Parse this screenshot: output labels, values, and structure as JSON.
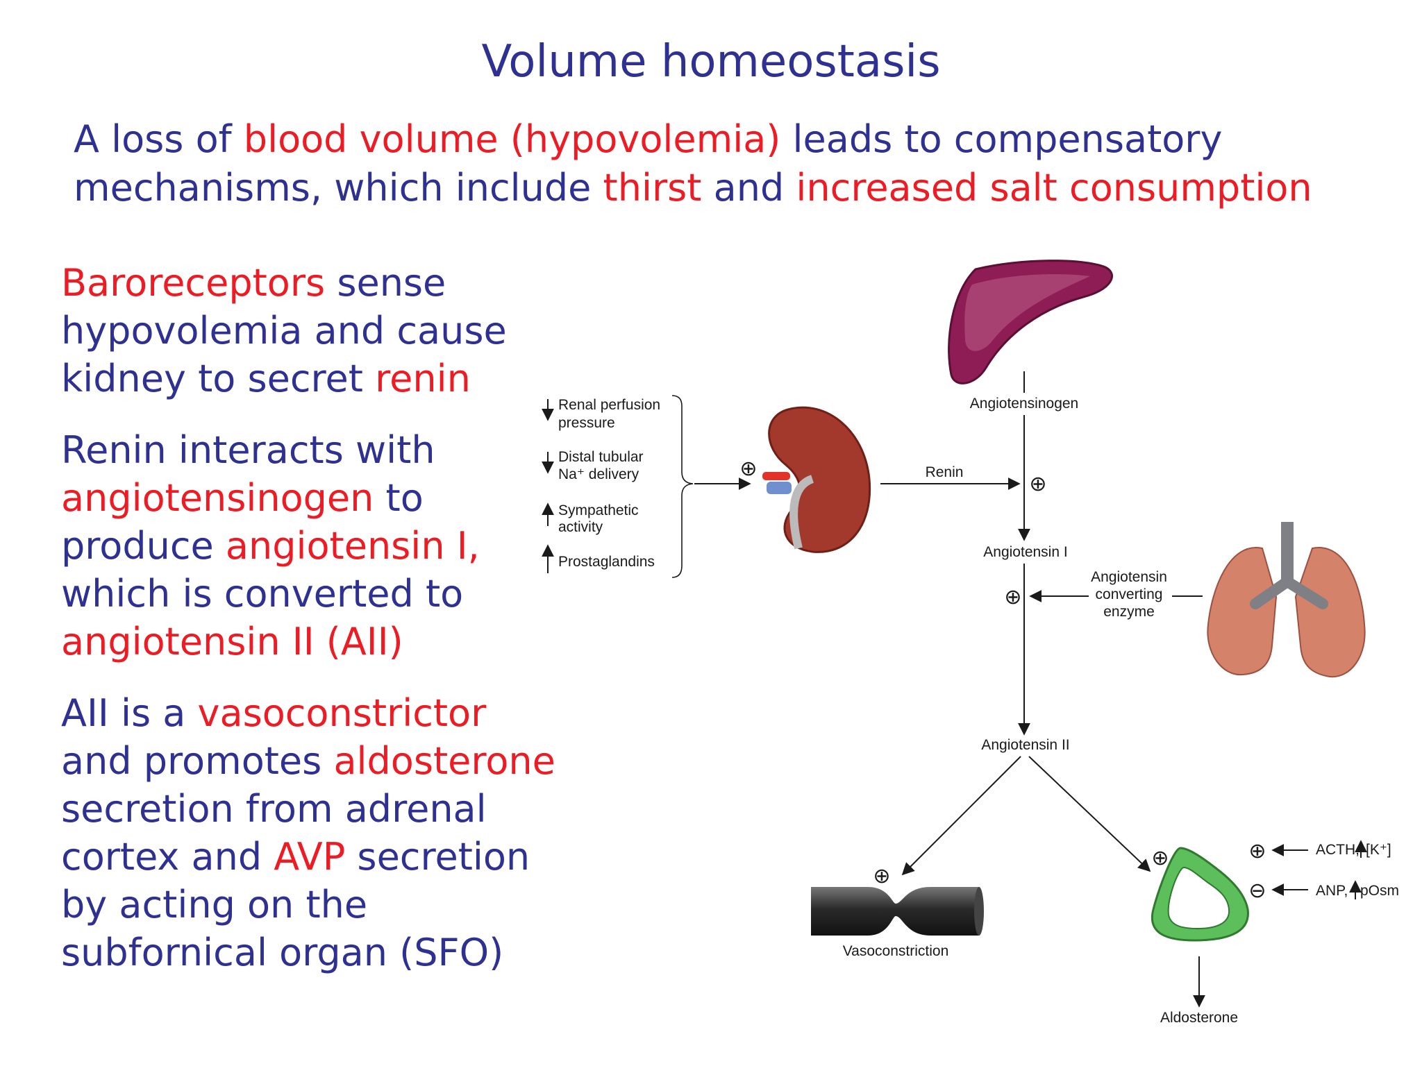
{
  "title": "Volume homeostasis",
  "intro": {
    "t1": "A loss of ",
    "t2": "blood volume (hypovolemia)",
    "t3": " leads to compensatory",
    "t4": "mechanisms, which include ",
    "t5": "thirst",
    "t6": " and ",
    "t7": "increased salt consumption"
  },
  "para1": {
    "t1": "Baroreceptors",
    "t2": " sense",
    "t3": "hypovolemia and cause",
    "t4": "kidney to secret ",
    "t5": "renin"
  },
  "para2": {
    "t1": "Renin interacts with",
    "t2": "angiotensinogen",
    "t3": " to",
    "t4": "produce ",
    "t5": "angiotensin I,",
    "t6": "which is converted to",
    "t7": "angiotensin II (AII)"
  },
  "para3": {
    "t1": "AII is a ",
    "t2": "vasoconstrictor",
    "t3": "and promotes ",
    "t4": "aldosterone",
    "t5": "secretion from adrenal",
    "t6": "cortex and ",
    "t7": "AVP",
    "t8": " secretion",
    "t9": "by acting on the",
    "t10": "subfornical organ (SFO)"
  },
  "diagram": {
    "stimuli": [
      {
        "direction": "down",
        "line1": "Renal perfusion",
        "line2": "pressure"
      },
      {
        "direction": "down",
        "line1": "Distal tubular",
        "line2": "Na⁺ delivery"
      },
      {
        "direction": "up",
        "line1": "Sympathetic",
        "line2": "activity"
      },
      {
        "direction": "up",
        "line1": "Prostaglandins",
        "line2": ""
      }
    ],
    "angiotensinogen": "Angiotensinogen",
    "renin": "Renin",
    "angiotensin1": "Angiotensin I",
    "ace_line1": "Angiotensin",
    "ace_line2": "converting",
    "ace_line3": "enzyme",
    "angiotensin2": "Angiotensin II",
    "vasoconstriction": "Vasoconstriction",
    "aldosterone": "Aldosterone",
    "regulator1_prefix": "ACTH,",
    "regulator1_suffix": "[K⁺]",
    "regulator2_prefix": "ANP,",
    "regulator2_suffix": "pOsm",
    "plus": "⊕",
    "minus": "⊖"
  },
  "colors": {
    "navy": "#2e3192",
    "red": "#ed1c24",
    "liver": "#8e1d55",
    "kidney": "#a0362b",
    "lung": "#d9846b",
    "adrenal": "#5dbf5b"
  }
}
